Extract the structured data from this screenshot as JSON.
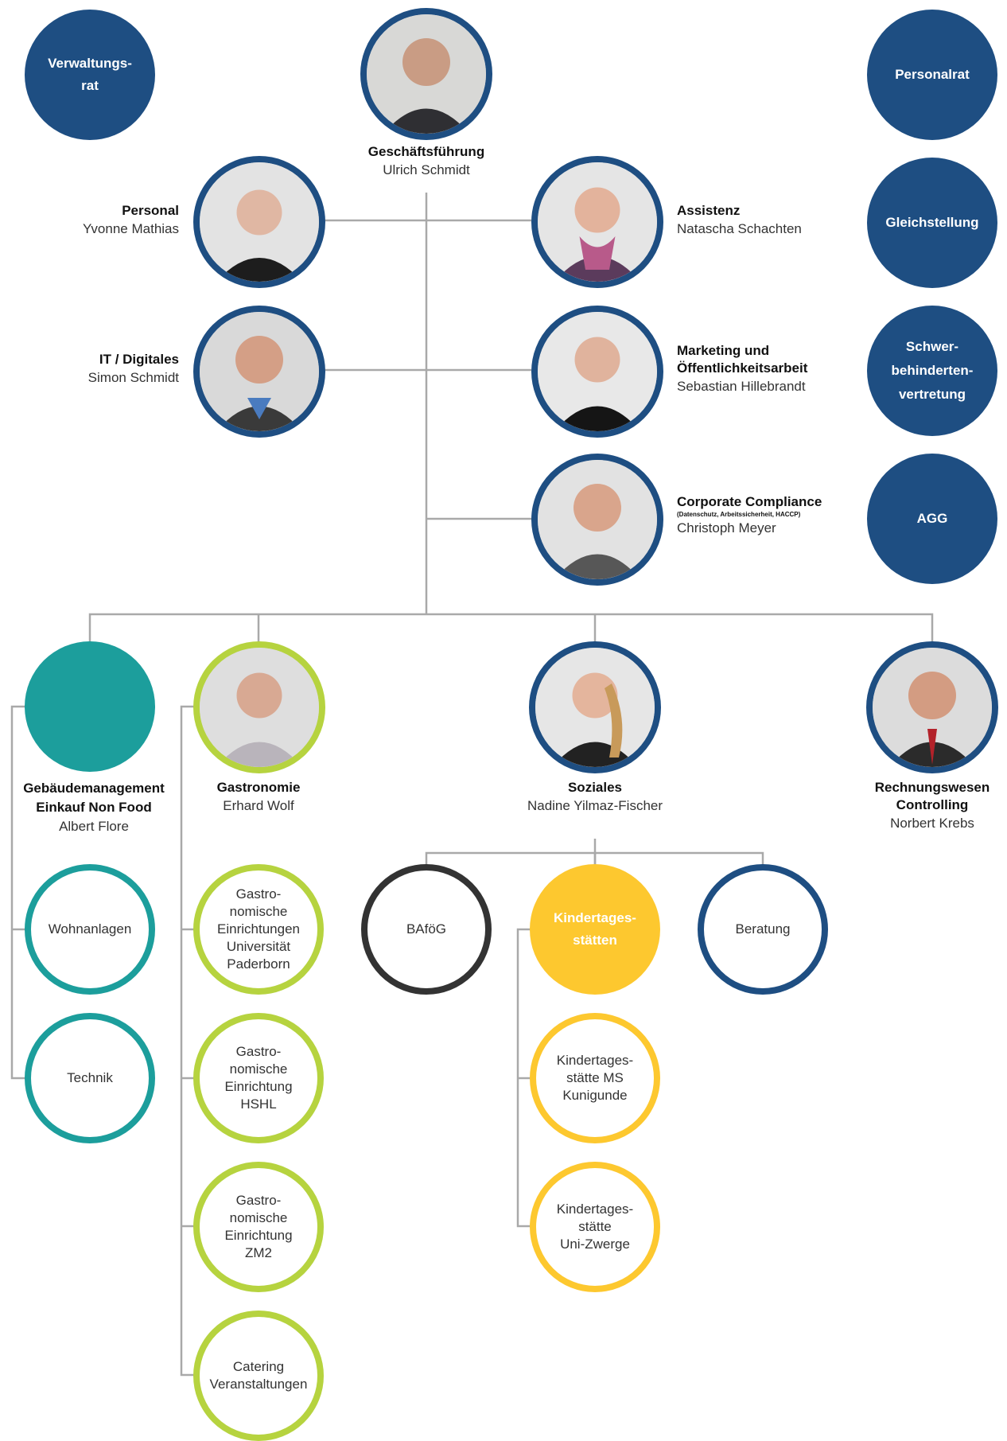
{
  "colors": {
    "blue": "#1e4e82",
    "teal": "#1c9e9c",
    "green": "#b6d33f",
    "yellow": "#fdc82f",
    "dark": "#333333",
    "line": "#a9a9a9"
  },
  "boards": {
    "verwaltungsrat": "Verwaltungs-\nrat",
    "personalrat": "Personalrat",
    "gleichstellung": "Gleichstellung",
    "schwerbehinderten": "Schwer-\nbehinderten-\nvertretung",
    "agg": "AGG"
  },
  "management": {
    "title": "Geschäftsführung",
    "name": "Ulrich Schmidt"
  },
  "staff": {
    "personal": {
      "title": "Personal",
      "name": "Yvonne Mathias"
    },
    "it": {
      "title": "IT / Digitales",
      "name": "Simon Schmidt"
    },
    "assistenz": {
      "title": "Assistenz",
      "name": "Natascha Schachten"
    },
    "marketing": {
      "title": "Marketing und\nÖffentlichkeitsarbeit",
      "name": "Sebastian Hillebrandt"
    },
    "compliance": {
      "title": "Corporate Compliance",
      "subtitle": "(Datenschutz, Arbeitssicherheit, HACCP)",
      "name": "Christoph Meyer"
    }
  },
  "departments": {
    "gebaeude": {
      "title": "Gebäudemanagement\nEinkauf Non Food",
      "name": "Albert Flore"
    },
    "gastronomie": {
      "title": "Gastronomie",
      "name": "Erhard Wolf"
    },
    "soziales": {
      "title": "Soziales",
      "name": "Nadine Yilmaz-Fischer"
    },
    "rechnungswesen": {
      "title": "Rechnungswesen\nControlling",
      "name": "Norbert Krebs"
    }
  },
  "units": {
    "wohnanlagen": "Wohnanlagen",
    "technik": "Technik",
    "gastro_upb": "Gastro-\nnomische\nEinrichtungen\nUniversität\nPaderborn",
    "gastro_hshl": "Gastro-\nnomische\nEinrichtung\nHSHL",
    "gastro_zm2": "Gastro-\nnomische\nEinrichtung\nZM2",
    "catering": "Catering\nVeranstaltungen",
    "bafoeg": "BAföG",
    "kitas": "Kindertages-\nstätten",
    "beratung": "Beratung",
    "kita_ms": "Kindertages-\nstätte MS\nKunigunde",
    "kita_uni": "Kindertages-\nstätte\nUni-Zwerge"
  }
}
